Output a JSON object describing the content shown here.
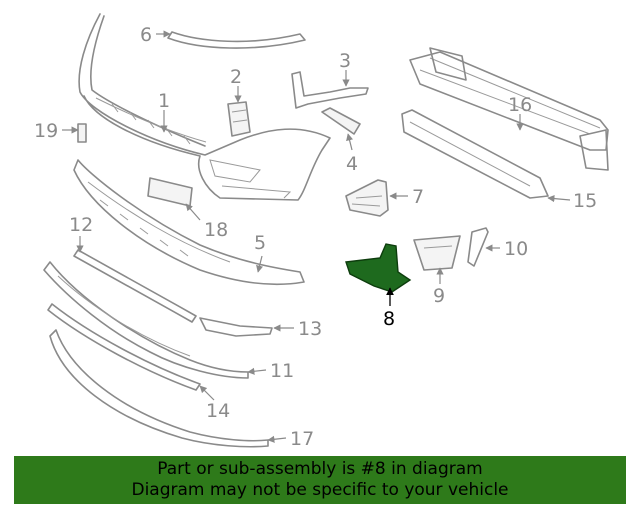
{
  "callouts": {
    "c1": "1",
    "c2": "2",
    "c3": "3",
    "c4": "4",
    "c5": "5",
    "c6": "6",
    "c7": "7",
    "c8": "8",
    "c9": "9",
    "c10": "10",
    "c11": "11",
    "c12": "12",
    "c13": "13",
    "c14": "14",
    "c15": "15",
    "c16": "16",
    "c17": "17",
    "c18": "18",
    "c19": "19"
  },
  "highlight": {
    "part_number": "8",
    "color": "#1e6a1e"
  },
  "banner": {
    "line1": "Part or sub-assembly is #8 in diagram",
    "line2": "Diagram may not be specific to your vehicle",
    "background": "#2e7a1a"
  }
}
